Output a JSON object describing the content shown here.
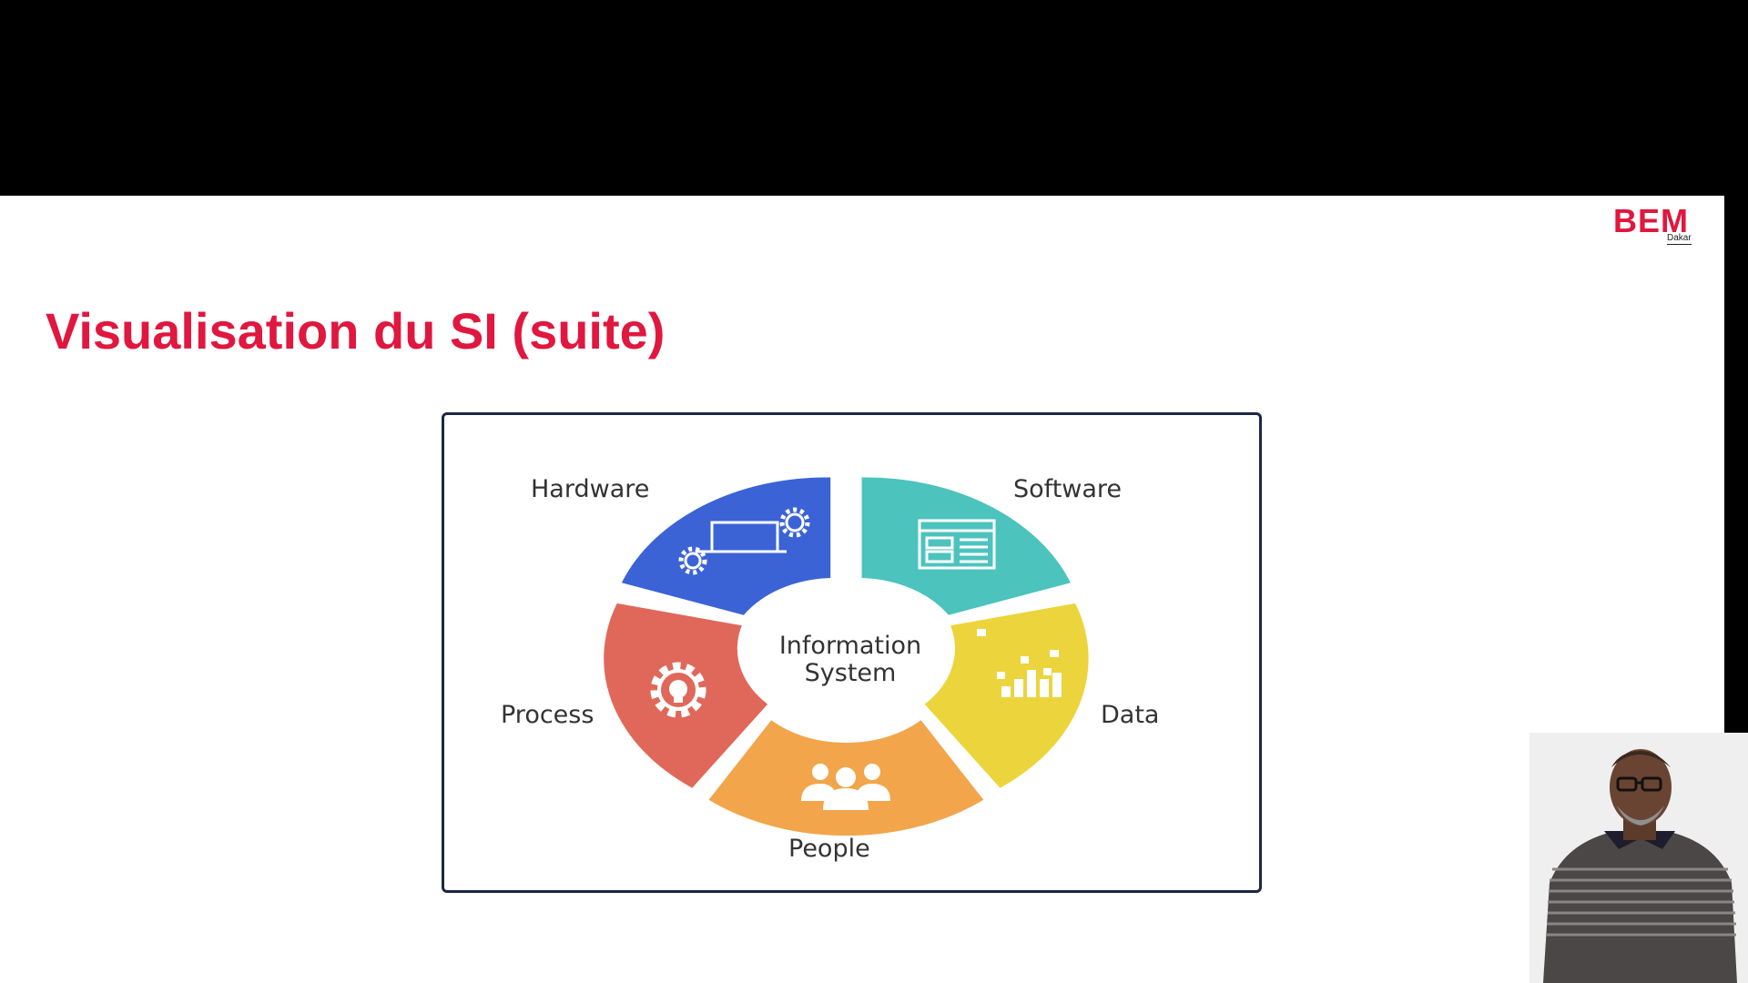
{
  "slide": {
    "title": "Visualisation du SI (suite)",
    "logo": {
      "main": "BEM",
      "sub": "Dakar",
      "color": "#e0173f"
    }
  },
  "diagram": {
    "center_lines": [
      "Information",
      "System"
    ],
    "segments": [
      {
        "label": "Software",
        "color": "#4cc3bd",
        "icon": "software-window-icon"
      },
      {
        "label": "Data",
        "color": "#ecd43c",
        "icon": "bar-chart-icon"
      },
      {
        "label": "People",
        "color": "#f2a54a",
        "icon": "people-group-icon"
      },
      {
        "label": "Process",
        "color": "#e0685a",
        "icon": "gear-lightbulb-icon"
      },
      {
        "label": "Hardware",
        "color": "#3b63d6",
        "icon": "computer-gears-icon"
      }
    ]
  },
  "webcam": {
    "icon": "presenter-video"
  }
}
